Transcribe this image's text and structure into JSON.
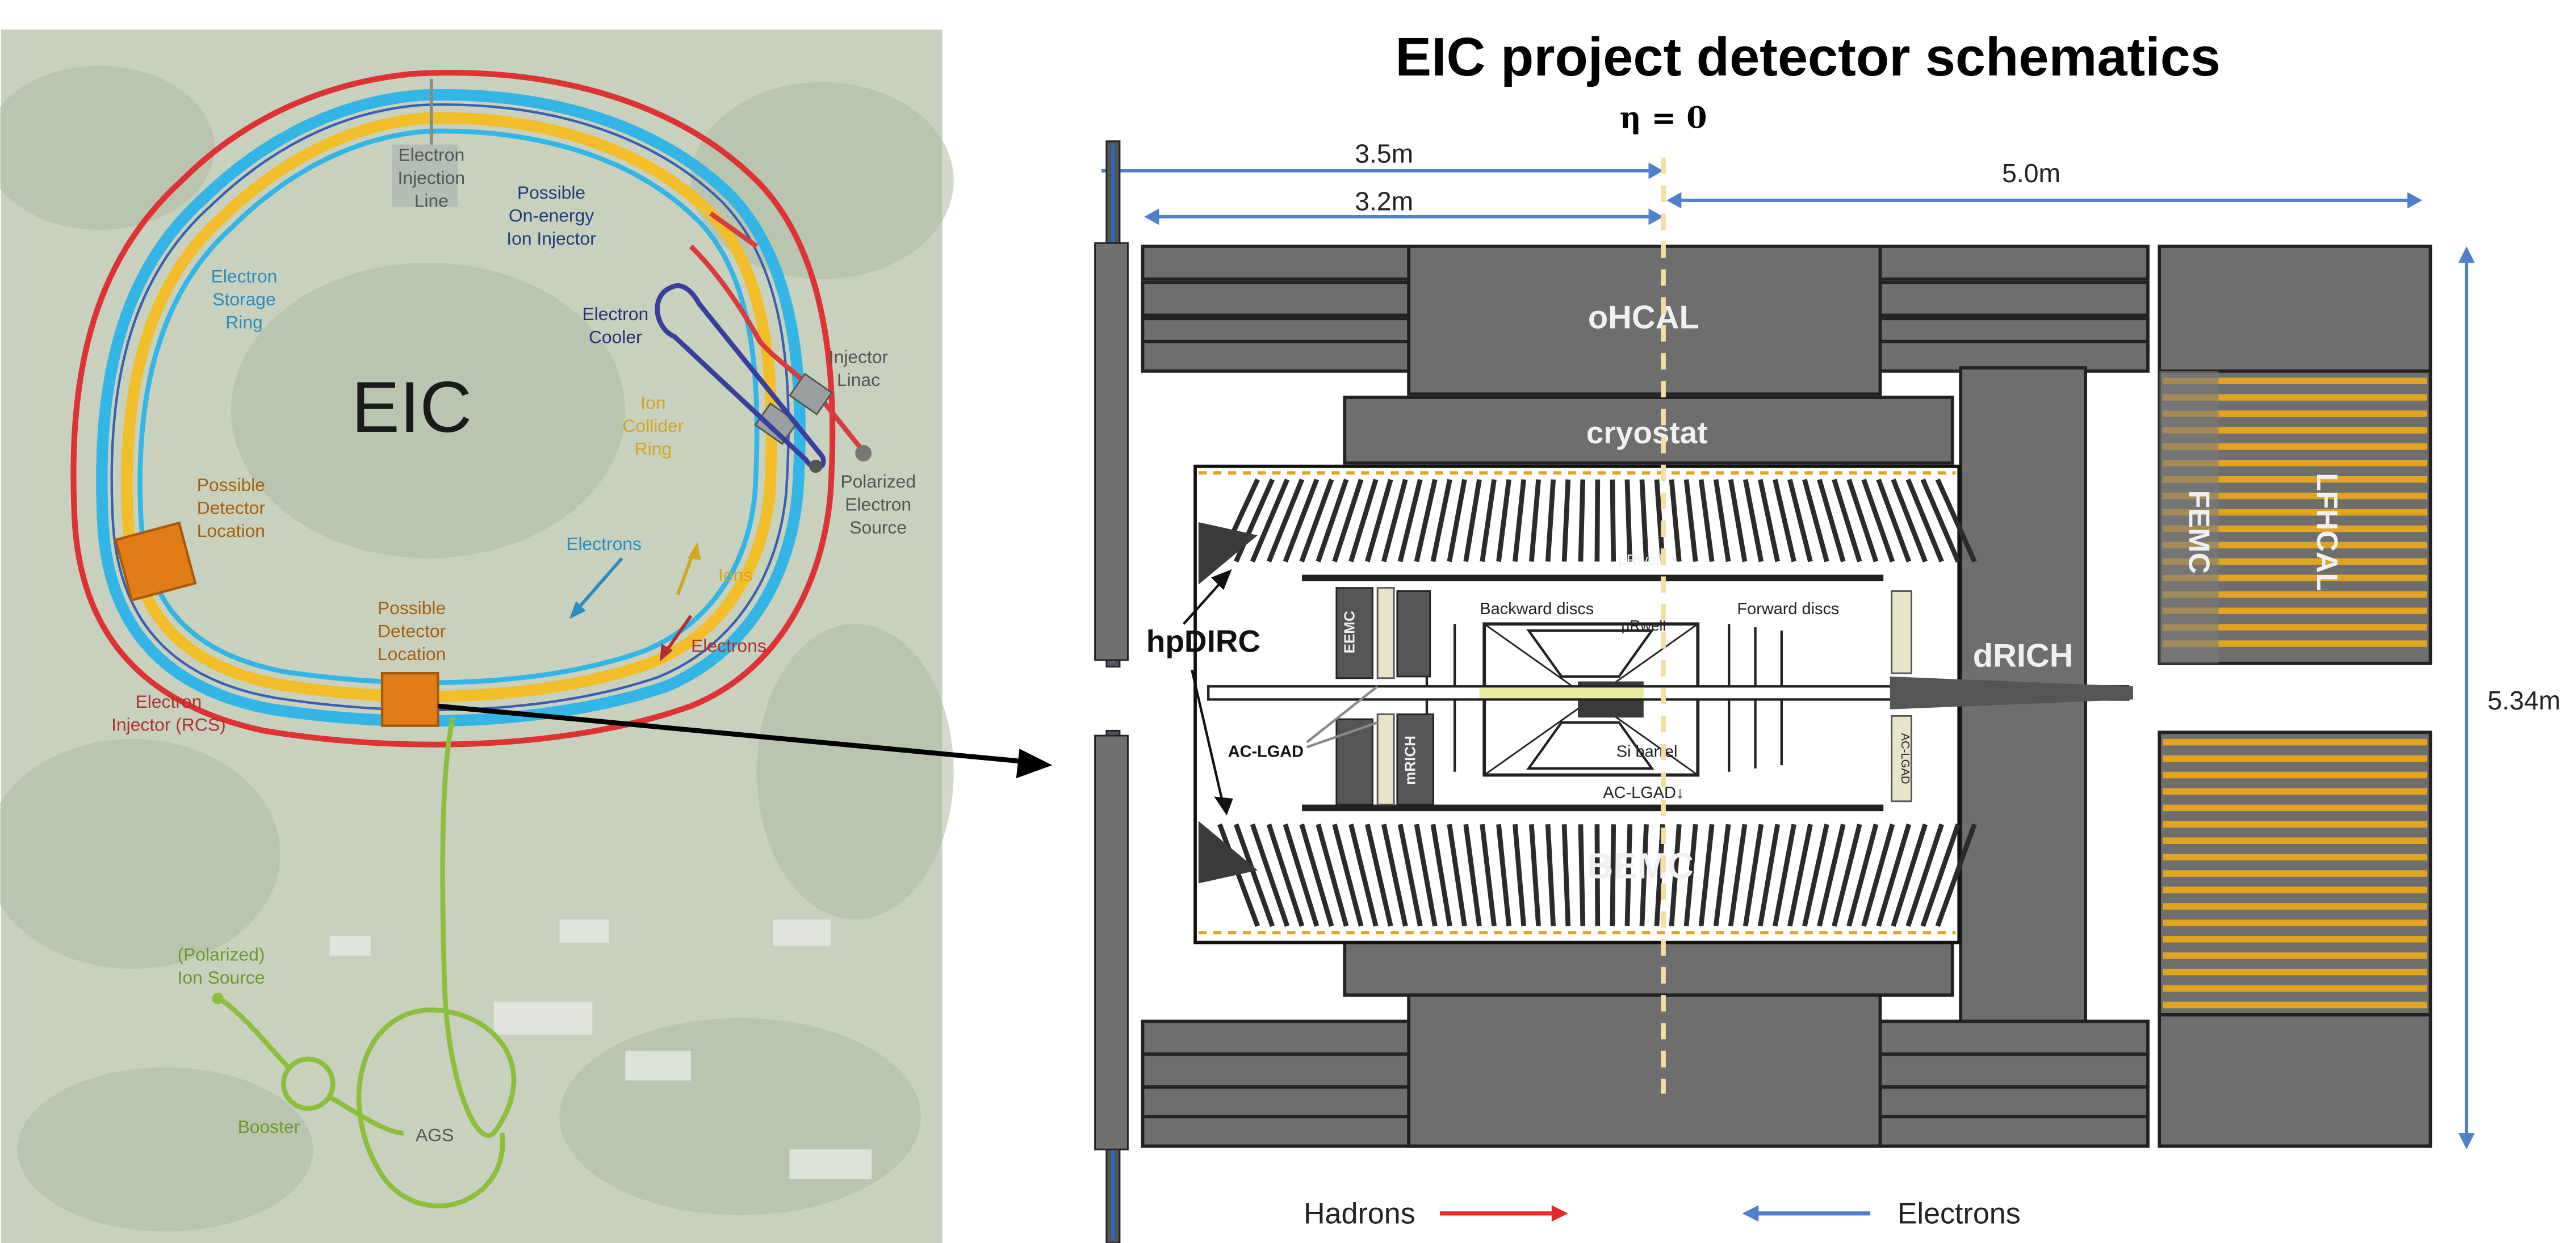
{
  "title": "EIC project detector schematics",
  "eta_label": "η = 0",
  "colors": {
    "electron_ring": "#33b6e6",
    "electron_ring_inner": "#3a5fb0",
    "ion_ring": "#f2bf2a",
    "rcs": "#dd3333",
    "linac": "#d83c3c",
    "cooler": "#3a3f9e",
    "injector_green": "#8cbf3c",
    "detector": "#e07d16",
    "slab": "#6e6e6e",
    "gold": "#e0a322",
    "dim_blue": "#4f80cc",
    "hadron_red": "#e52a2a",
    "eta_line": "#f3dfa1",
    "map_bg": "#cdd6c4"
  },
  "map": {
    "eic_label": "EIC",
    "labels": {
      "electron_injection_line": [
        "Electron",
        "Injection",
        "Line"
      ],
      "possible_on_energy_ion_injector": [
        "Possible",
        "On-energy",
        "Ion Injector"
      ],
      "electron_storage_ring": [
        "Electron",
        "Storage",
        "Ring"
      ],
      "electron_cooler": [
        "Electron",
        "Cooler"
      ],
      "injector_linac": [
        "Injector",
        "Linac"
      ],
      "ion_collider_ring": [
        "Ion",
        "Collider",
        "Ring"
      ],
      "polarized_electron_source": [
        "Polarized",
        "Electron",
        "Source"
      ],
      "possible_detector_location_left": [
        "Possible",
        "Detector",
        "Location"
      ],
      "possible_detector_location_bottom": [
        "Possible",
        "Detector",
        "Location"
      ],
      "electrons_ring": "Electrons",
      "ions": "Ions",
      "electrons_right": "Electrons",
      "electron_injector_rcs": [
        "Electron",
        "Injector (RCS)"
      ],
      "polarized_ion_source": [
        "(Polarized)",
        "Ion Source"
      ],
      "booster": "Booster",
      "ags": "AGS"
    }
  },
  "detector": {
    "dim_3_5": "3.5m",
    "dim_3_2": "3.2m",
    "dim_5_0": "5.0m",
    "dim_5_34": "5.34m",
    "labels": {
      "ohcal": "oHCAL",
      "cryostat": "cryostat",
      "drich": "dRICH",
      "femc": "FEMC",
      "lfhcal": "LFHCAL",
      "hpdirc": "hpDIRC",
      "bemc": "BEMC",
      "eemc": "EEMC",
      "mrich": "mRICH",
      "ac_lgad_left": "AC-LGAD",
      "ac_lgad_bottom": "AC-LGAD↓",
      "ac_lgad_vertical": "AC-LGAD",
      "uwell_top": "μRwell",
      "uwell_inner": "μRwell",
      "backward_discs": "Backward discs",
      "forward_discs": "Forward discs",
      "si_barrel": "Si barrel"
    }
  },
  "legend": {
    "hadrons": "Hadrons",
    "electrons": "Electrons"
  }
}
